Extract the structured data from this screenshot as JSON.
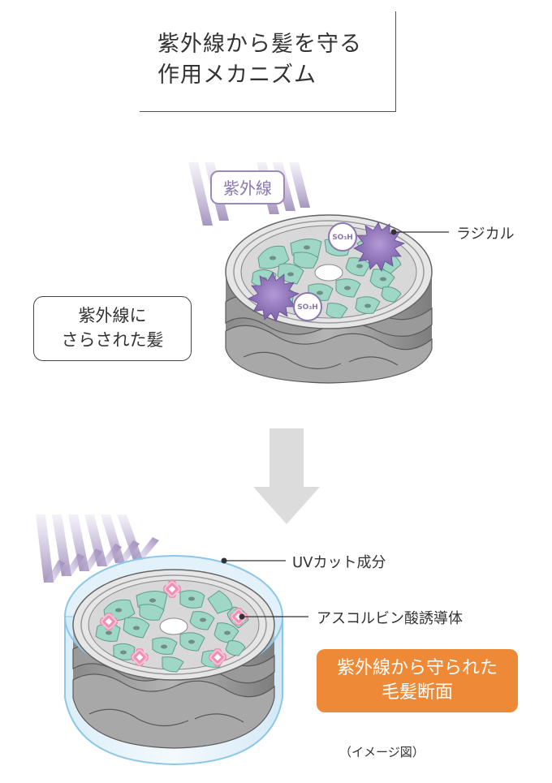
{
  "title": {
    "line1": "紫外線から髪を守る",
    "line2": "作用メカニズム"
  },
  "labels": {
    "uv": "紫外線",
    "radical": "ラジカル",
    "exposed_line1": "紫外線に",
    "exposed_line2": "さらされた髪",
    "uv_cut": "UVカット成分",
    "ascorbic": "アスコルビン酸誘導体",
    "protected_line1": "紫外線から守られた",
    "protected_line2": "毛髪断面",
    "so3h": "SO₃H",
    "note": "（イメージ図）"
  },
  "colors": {
    "uv_purple": "#9b8ab8",
    "cell_green": "#9fd7c6",
    "radical_purple": "#8a6fb6",
    "shield_blue": "#cfe8f6",
    "orange": "#ee8a37",
    "arrow_gray": "#dcdcdc",
    "derivative_pink": "#e9739f"
  }
}
